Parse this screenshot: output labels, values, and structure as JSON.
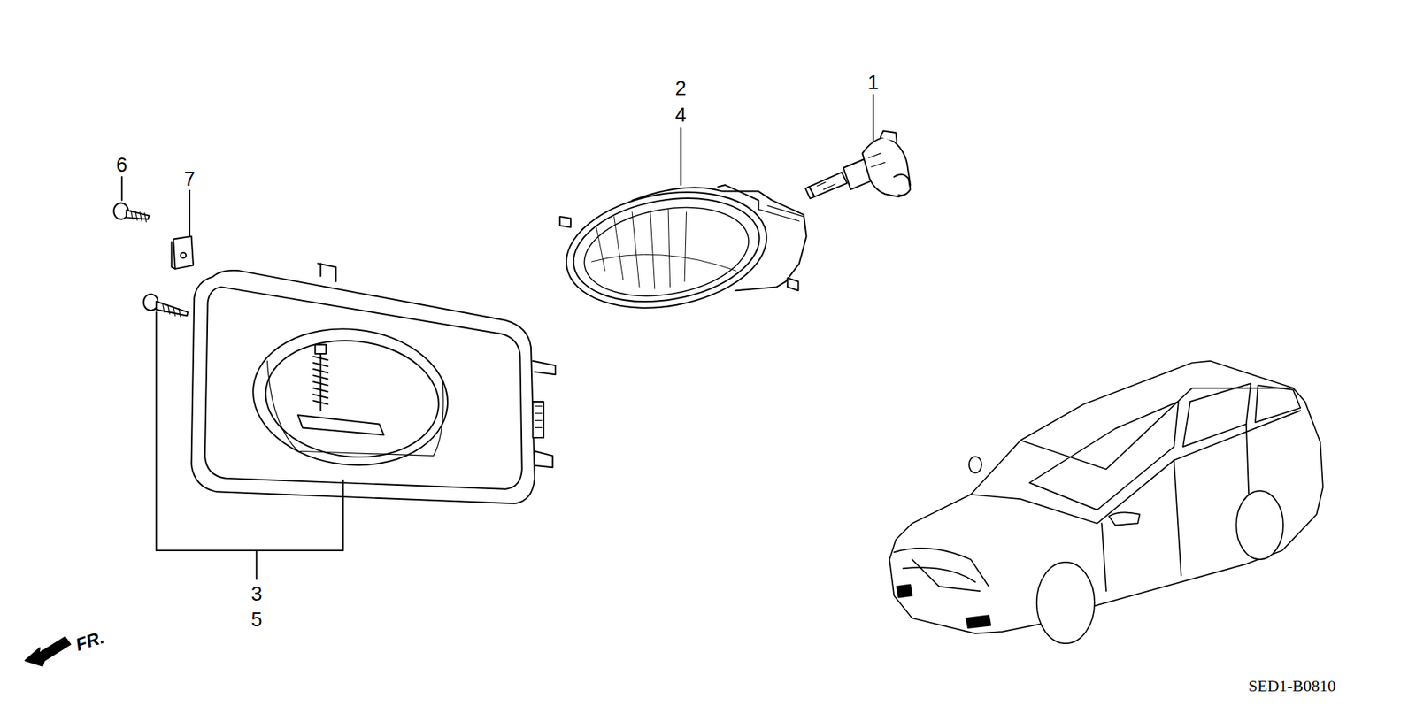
{
  "diagram": {
    "labels": [
      "1",
      "2",
      "4",
      "6",
      "7",
      "3",
      "5",
      "FR.",
      "SED1-B0810"
    ]
  }
}
